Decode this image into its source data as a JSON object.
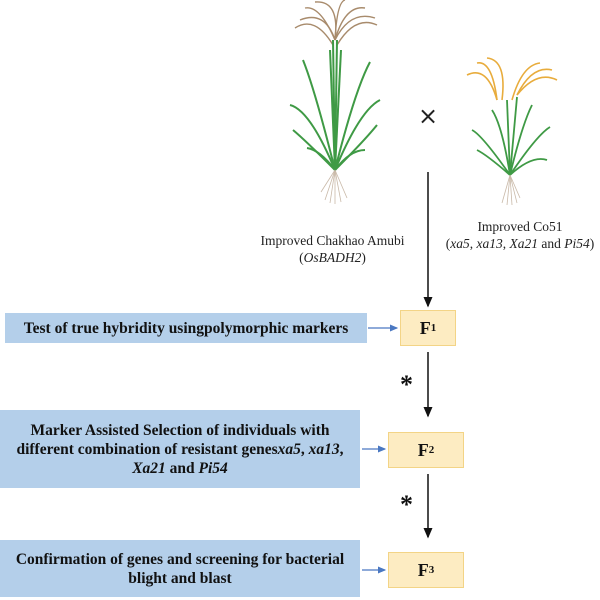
{
  "parents": [
    {
      "name": "Improved Chakhao Amubi",
      "genes_open": "(",
      "genes": "OsBADH2",
      "genes_close": ")",
      "panicle_color": "#a88b6c"
    },
    {
      "name": "Improved Co51",
      "genes_open": "(",
      "genes_list": [
        "xa5",
        "xa13",
        "Xa21",
        "Pi54"
      ],
      "sep1": ", ",
      "sep2": ", ",
      "and": " and ",
      "genes_close": ")",
      "panicle_color": "#e8ac3c"
    }
  ],
  "cross_symbol": "×",
  "generations": [
    {
      "label": "F",
      "sub": "1"
    },
    {
      "label": "F",
      "sub": "2"
    },
    {
      "label": "F",
      "sub": "3"
    }
  ],
  "selfing_symbol": "*",
  "steps": [
    {
      "text": "Test of true hybridity usingpolymorphic markers"
    },
    {
      "text_a": "Marker Assisted Selection of individuals with different combination of resistant genes",
      "genes": [
        "xa5",
        "xa13",
        "Xa21",
        "Pi54"
      ],
      "sep": ", ",
      "and": " and "
    },
    {
      "text": "Confirmation of genes and screening for bacterial blight and blast"
    }
  ],
  "colors": {
    "step_fill": "#b4cfea",
    "gen_fill": "#fdecc2",
    "gen_border": "#f3d486",
    "blue_arrow": "#4a78c2",
    "leaf": "#3f9a45"
  }
}
